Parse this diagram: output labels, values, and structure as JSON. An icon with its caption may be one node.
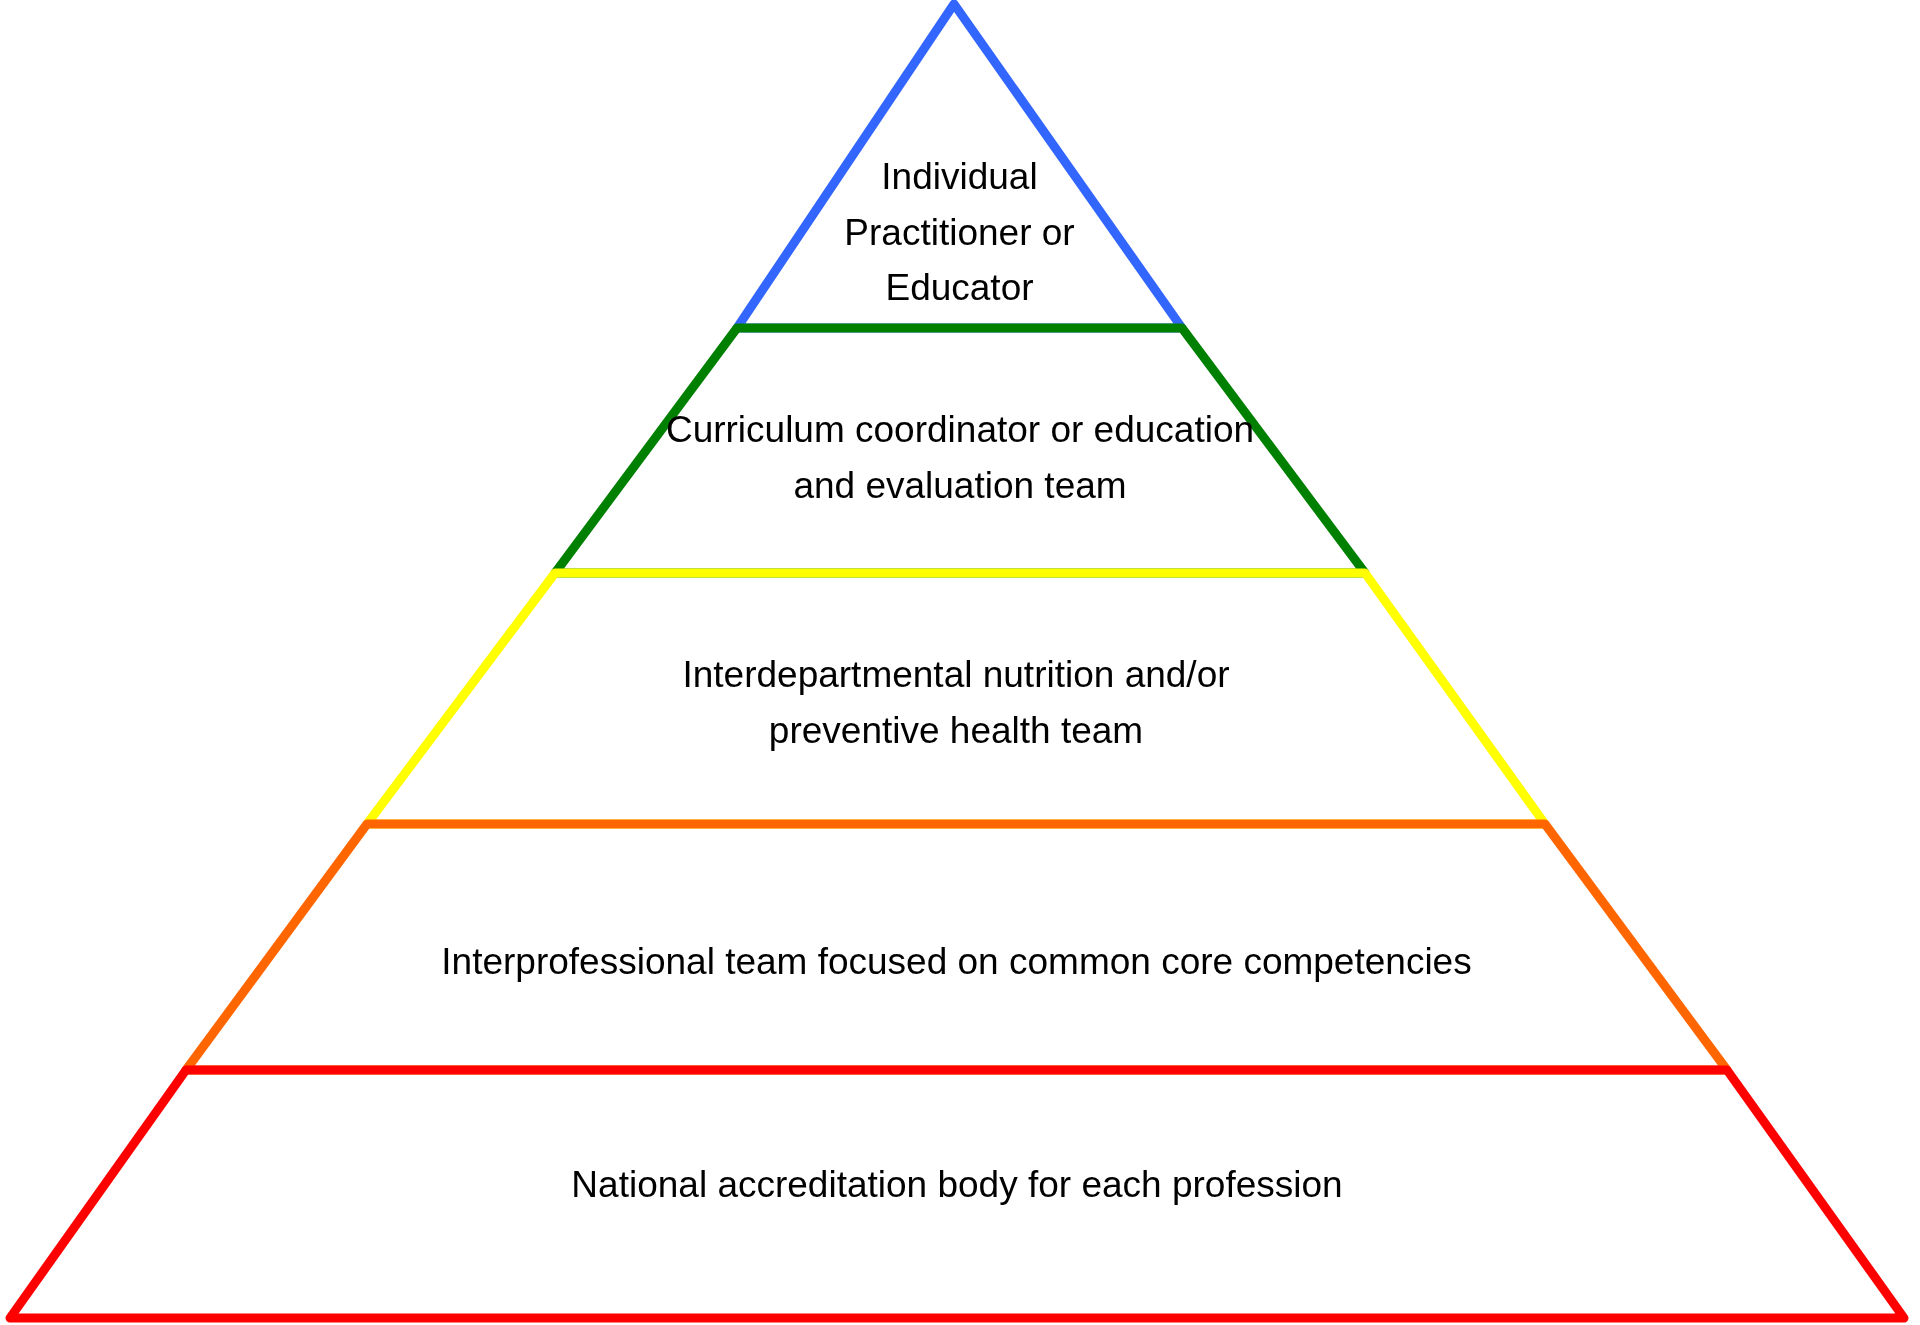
{
  "diagram": {
    "nodes": [
      {
        "text": [
          "Individual Practitioner or Educator"
        ]
      },
      {
        "text": [
          "Curriculum coordinator or education and evaluation team"
        ]
      },
      {
        "text": [
          "Interdepartmental nutrition and/or preventive health team"
        ]
      },
      {
        "text": [
          "Interprofessional team focused on common core competencies"
        ]
      },
      {
        "text": [
          "National accreditation body for each profession"
        ]
      }
    ]
  }
}
